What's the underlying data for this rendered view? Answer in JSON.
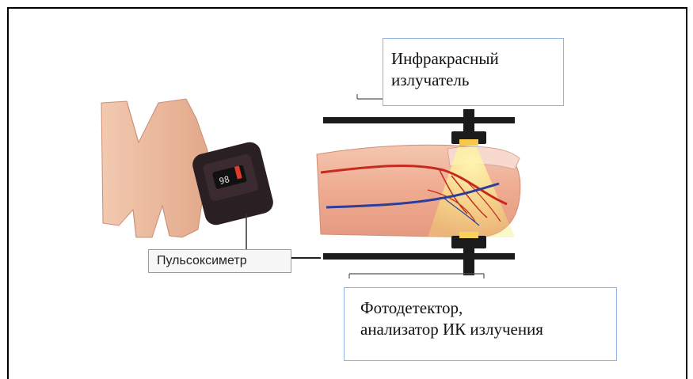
{
  "labels": {
    "ir_emitter_line1": "Инфракрасный",
    "ir_emitter_line2": "излучатель",
    "photodetector_line1": "Фотодетектор,",
    "photodetector_line2": "анализатор ИК излучения",
    "pulse_oximeter": "Пульсоксиметр"
  },
  "device_display": "98",
  "colors": {
    "callout_border": "#8fb4e3",
    "skin": "#f0b49a",
    "artery": "#c62a1f",
    "vein": "#2b3f9a",
    "emitter_light": "#f5c84a",
    "housing": "#1b1b1b"
  }
}
